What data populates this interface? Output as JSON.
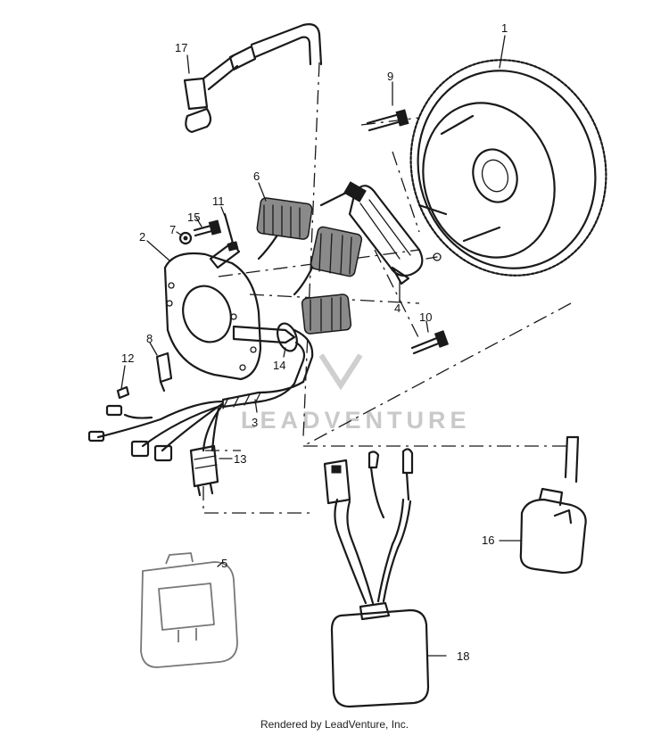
{
  "callouts": {
    "c1": "1",
    "c2": "2",
    "c3": "3",
    "c4": "4",
    "c5": "5",
    "c6": "6",
    "c7": "7",
    "c8": "8",
    "c9": "9",
    "c10": "10",
    "c11": "11",
    "c12": "12",
    "c13": "13",
    "c14": "14",
    "c15": "15",
    "c16": "16",
    "c17": "17",
    "c18": "18"
  },
  "watermark": "LEADVENTURE",
  "footer": "Rendered by LeadVenture, Inc."
}
